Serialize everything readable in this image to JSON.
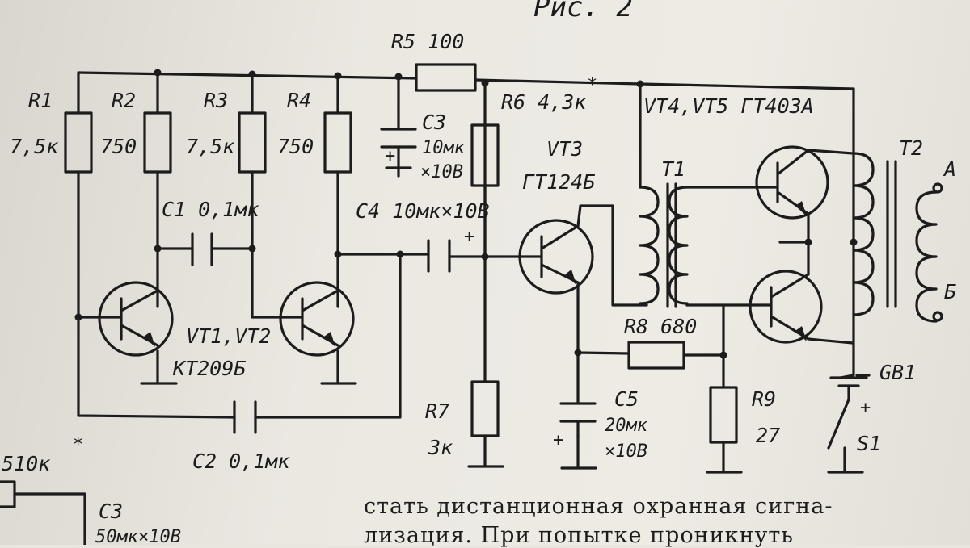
{
  "figure_caption": "Рис. 2",
  "components": {
    "R1": {
      "name": "R1",
      "value": "7,5к"
    },
    "R2": {
      "name": "R2",
      "value": "750"
    },
    "R3": {
      "name": "R3",
      "value": "7,5к"
    },
    "R4": {
      "name": "R4",
      "value": "750"
    },
    "R5": {
      "label": "R5 100"
    },
    "R6": {
      "label": "R6 4,3к",
      "mark": "*"
    },
    "R7": {
      "name": "R7",
      "value": "3к"
    },
    "R8": {
      "label": "R8 680"
    },
    "R9": {
      "name": "R9",
      "value": "27"
    },
    "C1": {
      "label": "C1 0,1мк"
    },
    "C2": {
      "label": "C2 0,1мк"
    },
    "C3": {
      "name": "C3",
      "value_line1": "10мк",
      "value_line2": "×10В"
    },
    "C4": {
      "label": "C4 10мк×10В"
    },
    "C5": {
      "name": "C5",
      "value_line1": "20мк",
      "value_line2": "×10В"
    },
    "VT12": {
      "line1": "VT1,VT2",
      "line2": "КТ209Б"
    },
    "VT3": {
      "line1": "VT3",
      "line2": "ГТ124Б"
    },
    "VT45": {
      "label": "VT4,VT5 ГТ403А"
    },
    "T1": {
      "name": "T1"
    },
    "T2": {
      "name": "T2",
      "terminal_a": "А",
      "terminal_b": "Б"
    },
    "GB1": {
      "name": "GB1"
    },
    "S1": {
      "name": "S1"
    },
    "plus": "+"
  },
  "side_fragment": {
    "resistor_value": "510к",
    "mark": "*",
    "cap_name": "C3",
    "cap_value": "50мк×10В"
  },
  "body_text": {
    "line1": "стать дистанционная охранная сигна-",
    "line2": "лизация.  При  попытке  проникнуть"
  }
}
